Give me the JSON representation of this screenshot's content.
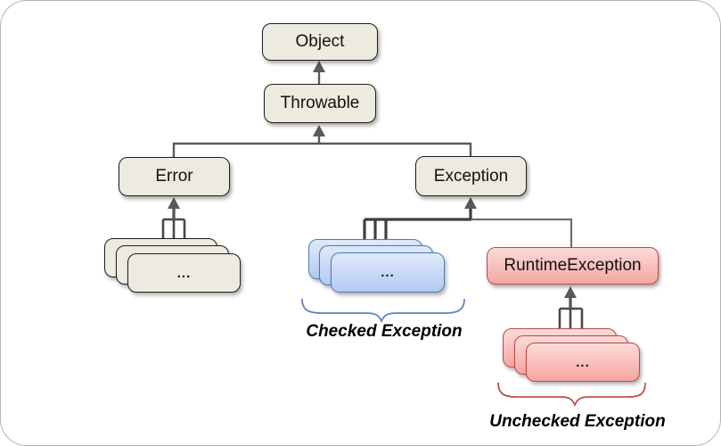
{
  "diagram": {
    "nodes": {
      "object": "Object",
      "throwable": "Throwable",
      "error": "Error",
      "exception": "Exception",
      "runtime_exception": "RuntimeException"
    },
    "stacks": {
      "error_children_ellipsis": "...",
      "checked_children_ellipsis": "...",
      "unchecked_children_ellipsis": "..."
    },
    "labels": {
      "checked": "Checked Exception",
      "unchecked": "Unchecked Exception"
    },
    "colors": {
      "node-fill": "#edebe0",
      "node-border": "#1c1c1c",
      "blue-top": "#dfe9fa",
      "blue-bottom": "#b4caf1",
      "blue-border": "#4c7cba",
      "pink-top": "#fcdbd9",
      "pink-bottom": "#f6a6a2",
      "pink-border": "#bb4a45",
      "line-gray": "#595959",
      "line-dark": "#3f3f3f",
      "brace-blue": "#5b85c2",
      "brace-red": "#c0504d"
    }
  }
}
